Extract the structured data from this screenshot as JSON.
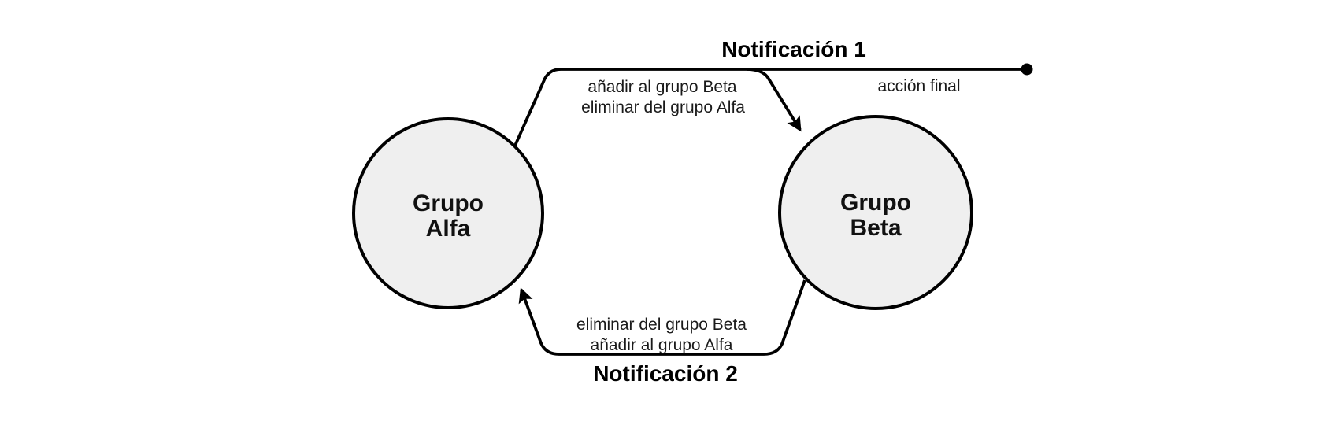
{
  "diagram": {
    "background_color": "#ffffff",
    "line_color": "#000000",
    "node_fill_color": "#efefef",
    "node_border_color": "#000000",
    "label_color": "#1a1a1a",
    "nodes": [
      {
        "id": "grupo-alfa",
        "label_lines": [
          "Grupo",
          "Alfa"
        ]
      },
      {
        "id": "grupo-beta",
        "label_lines": [
          "Grupo",
          "Beta"
        ]
      }
    ],
    "edges": [
      {
        "id": "notificacion-1",
        "title": "Notificación 1",
        "label_lines": [
          "añadir al grupo Beta",
          "eliminar del grupo Alfa"
        ],
        "from": "grupo-alfa",
        "to": "grupo-beta"
      },
      {
        "id": "accion-final",
        "label": "acción final",
        "from": "grupo-alfa",
        "to": "final-dot",
        "terminal": "filled-dot"
      },
      {
        "id": "notificacion-2",
        "title": "Notificación 2",
        "label_lines": [
          "eliminar del grupo Beta",
          "añadir al grupo Alfa"
        ],
        "from": "grupo-beta",
        "to": "grupo-alfa"
      }
    ]
  }
}
